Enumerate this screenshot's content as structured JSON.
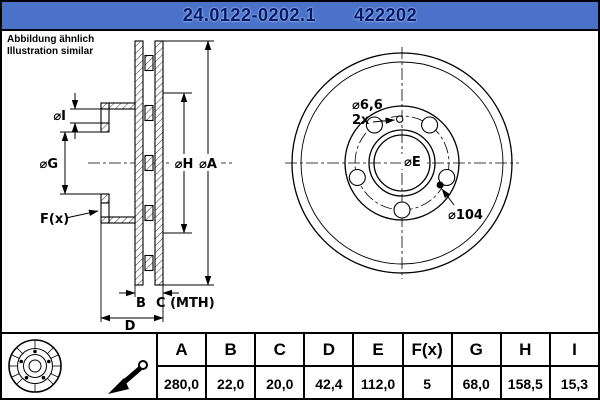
{
  "header": {
    "part_number": "24.0122-0202.1",
    "catalog_number": "422202"
  },
  "note": {
    "line1": "Abbildung ähnlich",
    "line2": "Illustration similar"
  },
  "section_view": {
    "labels": {
      "dia_i": "⌀I",
      "dia_g": "⌀G",
      "f_x": "F(x)",
      "dia_h": "⌀H",
      "dia_a": "⌀A",
      "b": "B",
      "c_mth": "C (MTH)",
      "d": "D"
    }
  },
  "front_view": {
    "labels": {
      "small_hole_dia": "⌀6,6",
      "small_hole_qty": "2x",
      "bolt_circle": "⌀E",
      "screw_hole_circle": "⌀104"
    }
  },
  "table": {
    "headers": [
      "A",
      "B",
      "C",
      "D",
      "E",
      "F(x)",
      "G",
      "H",
      "I"
    ],
    "values": [
      "280,0",
      "22,0",
      "20,0",
      "42,4",
      "112,0",
      "5",
      "68,0",
      "158,5",
      "15,3"
    ]
  },
  "colors": {
    "title_bar_bg": "#4a72c8",
    "title_text": "#001a70"
  }
}
